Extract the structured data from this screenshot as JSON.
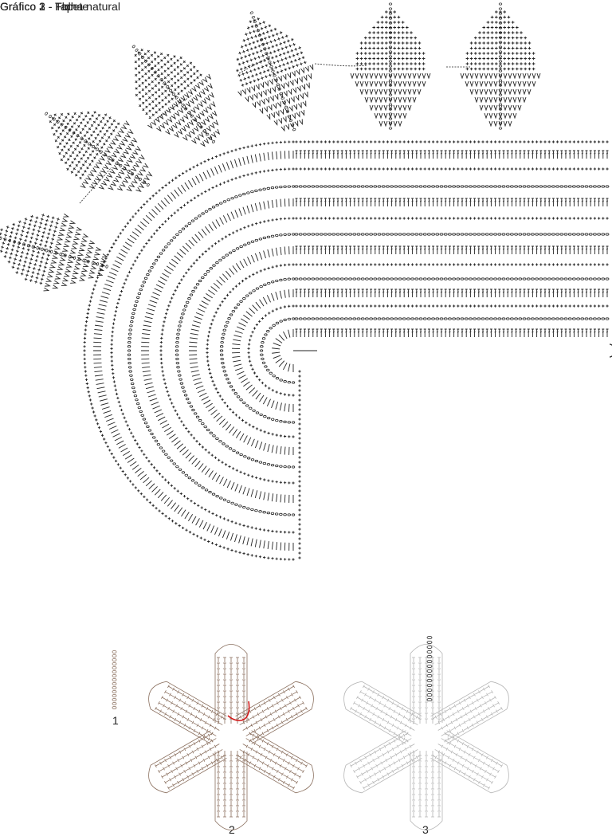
{
  "titles": {
    "chart2": "Gráfico 2 - Folha natural",
    "chart1": "Gráfico 1 - Tapete",
    "chart3": "Gráfico 3 - Flor"
  },
  "flower_labels": [
    "1",
    "2",
    "3"
  ],
  "colors": {
    "ink": "#222222",
    "flower_outline": "#8a6f5e",
    "flower_faded": "#b5b5b5",
    "start_mark": "#d01818"
  }
}
